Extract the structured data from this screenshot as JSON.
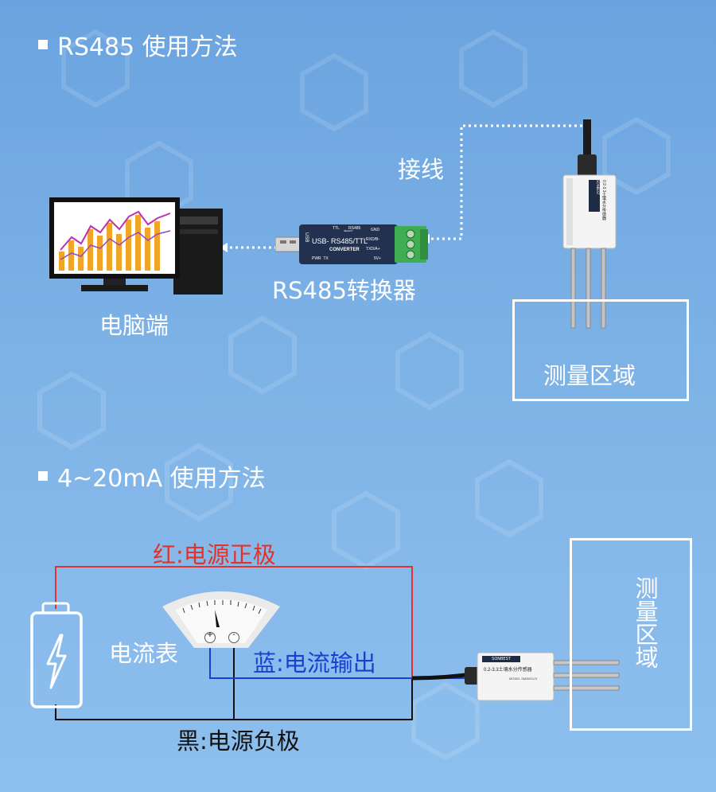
{
  "colors": {
    "background": "#74acE4",
    "positive_wire": "#e0342b",
    "negative_wire": "#111111",
    "signal_wire": "#1b3fd1",
    "terminal_green": "#3fae52"
  },
  "rs485": {
    "title": "RS485 使用方法",
    "wiring_label": "接线",
    "converter_label": "RS485转换器",
    "pc_label": "电脑端",
    "zone_label": "测量区域",
    "converter_print": {
      "model": "USB- RS485/TTL",
      "sub": "CONVERTER",
      "usb": "USB",
      "ttl": "TTL",
      "rs485": "RS485",
      "select": "SELECT",
      "pins": [
        "GND",
        "RXD/B-",
        "TXD/A+",
        "5V+"
      ],
      "leds": "PWR  TX"
    },
    "sensor_print": {
      "brand": "SONBEST",
      "title": "0.2-3.3土壤水分传感器"
    }
  },
  "current": {
    "title": "4~20mA 使用方法",
    "positive_label": "红:电源正极",
    "ammeter_label": "电流表",
    "signal_label": "蓝:电流输出",
    "negative_label": "黑:电源负极",
    "zone_label": "测量区域",
    "meter_plus": "+",
    "meter_minus": "-",
    "sensor_print": {
      "brand": "SONBEST",
      "title": "0.2-3.3土壤水分传感器",
      "model": "MODEL SM2601V3"
    }
  },
  "icons": [
    "monitor-icon",
    "pc-tower-icon",
    "usb-converter-icon",
    "soil-sensor-icon",
    "battery-icon",
    "lightning-icon",
    "ammeter-icon"
  ]
}
